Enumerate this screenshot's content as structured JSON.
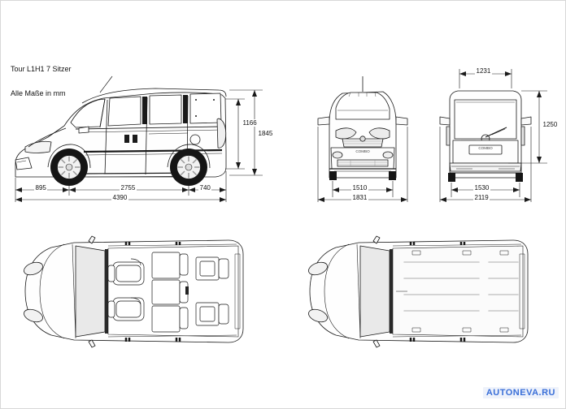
{
  "document": {
    "title_label": "Tour L1H1 7 Sitzer",
    "units_label": "Alle Maße in mm",
    "watermark": "AUTONEVA.RU",
    "background_color": "#ffffff",
    "line_color": "#1a1a1a",
    "watermark_color": "#3a6fd8"
  },
  "views": {
    "side": {
      "name": "side-elevation",
      "dimensions": {
        "front_overhang": "895",
        "wheelbase": "2755",
        "rear_overhang": "740",
        "overall_length": "4390",
        "body_height": "1166",
        "overall_height": "1845"
      }
    },
    "front": {
      "name": "front-elevation",
      "badge": "COMBO",
      "dimensions": {
        "track_front": "1510",
        "overall_width_mirrors": "1831"
      }
    },
    "rear": {
      "name": "rear-elevation",
      "badge": "COMBO",
      "dimensions": {
        "load_opening_width": "1231",
        "load_opening_height": "1250",
        "track_rear": "1530",
        "overall_width_mirrors": "2119"
      }
    },
    "plan_interior": {
      "name": "plan-view-interior",
      "description": "7 seat layout top view"
    },
    "plan_roof": {
      "name": "plan-view-roof",
      "description": "roof top view"
    }
  }
}
